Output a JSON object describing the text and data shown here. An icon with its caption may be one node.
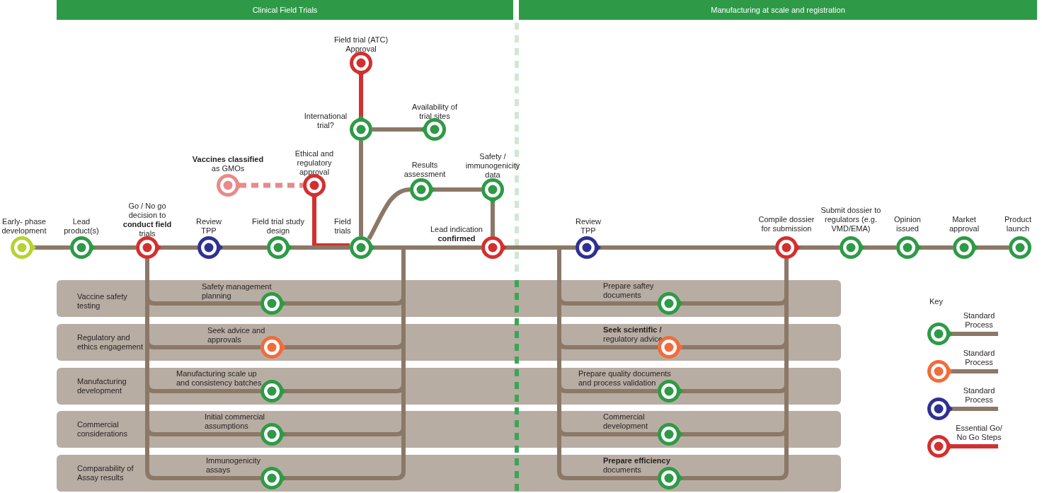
{
  "diagram": {
    "nodes": [
      {
        "text": [
          "Clinical Field Trials"
        ]
      },
      {
        "text": [
          "Manufacturing at scale and registration"
        ]
      },
      {
        "text": [
          "Field trial (ATC) Approval"
        ]
      },
      {
        "text": [
          "International trial?"
        ]
      },
      {
        "text": [
          "Availability of trial sites"
        ]
      },
      {
        "text": [
          "**Vaccines classified** as GMOs"
        ]
      },
      {
        "text": [
          "Ethical and regulatory approval"
        ]
      },
      {
        "text": [
          "Results assessment"
        ]
      },
      {
        "text": [
          "Safety / immunogenicity data"
        ]
      },
      {
        "text": [
          "Early- phase development"
        ]
      },
      {
        "text": [
          "Lead product(s)"
        ]
      },
      {
        "text": [
          "Go / No go decision to **conduct field** trials"
        ]
      },
      {
        "text": [
          "Review TPP"
        ]
      },
      {
        "text": [
          "Field trial study design"
        ]
      },
      {
        "text": [
          "Field trials"
        ]
      },
      {
        "text": [
          "Lead indication **confirmed**"
        ]
      },
      {
        "text": [
          "Review TPP"
        ]
      },
      {
        "text": [
          "Compile dossier for submission"
        ]
      },
      {
        "text": [
          "Submit dossier to regulators (e.g. VMD/EMA)"
        ]
      },
      {
        "text": [
          "Opinion issued"
        ]
      },
      {
        "text": [
          "Market approval"
        ]
      },
      {
        "text": [
          "Product launch"
        ]
      },
      {
        "text": [
          "Vaccine safety testing"
        ]
      },
      {
        "text": [
          "Safety management planning"
        ],
        "in": 22
      },
      {
        "text": [
          "Prepare saftey documents"
        ],
        "in": 22
      },
      {
        "text": [
          "Regulatory and ethics engagement"
        ]
      },
      {
        "text": [
          "Seek advice and approvals"
        ],
        "in": 25
      },
      {
        "text": [
          "**Seek scientific /** regulatory advice"
        ],
        "in": 25
      },
      {
        "text": [
          "Manufacturing development"
        ]
      },
      {
        "text": [
          "Manufacturing scale up and consistency batches"
        ],
        "in": 28
      },
      {
        "text": [
          "Prepare quality documents and process validation"
        ],
        "in": 28
      },
      {
        "text": [
          "Commercial considerations"
        ]
      },
      {
        "text": [
          "Initial commercial assumptions"
        ],
        "in": 31
      },
      {
        "text": [
          "Commercial development"
        ],
        "in": 31
      },
      {
        "text": [
          "Comparability of Assay results"
        ]
      },
      {
        "text": [
          "Immunogenicity assays"
        ],
        "in": 34
      },
      {
        "text": [
          "**Prepare efficiency** documents"
        ],
        "in": 34
      }
    ],
    "edges": [
      {
        "from": 9,
        "to": 10,
        "arrow": "none"
      },
      {
        "from": 10,
        "to": 11,
        "arrow": "none"
      },
      {
        "from": 11,
        "to": 12,
        "arrow": "none"
      },
      {
        "from": 12,
        "to": 13,
        "arrow": "none"
      },
      {
        "from": 13,
        "to": 14,
        "arrow": "none"
      },
      {
        "from": 5,
        "to": 6,
        "arrow": "none",
        "style": "dashed",
        "color": "#e88a8a"
      },
      {
        "from": 6,
        "to": 14,
        "arrow": "none",
        "color": "#d2302f"
      },
      {
        "from": 14,
        "to": 3,
        "arrow": "none"
      },
      {
        "from": 3,
        "to": 2,
        "arrow": "none",
        "color": "#d2302f"
      },
      {
        "from": 3,
        "to": 4,
        "arrow": "none"
      },
      {
        "from": 14,
        "to": 7,
        "arrow": "none"
      },
      {
        "from": 7,
        "to": 8,
        "arrow": "none"
      },
      {
        "from": 8,
        "to": 15,
        "arrow": "none"
      },
      {
        "from": 14,
        "to": 15,
        "arrow": "none"
      },
      {
        "from": 15,
        "to": 16,
        "arrow": "none"
      },
      {
        "from": 16,
        "to": 17,
        "arrow": "none"
      },
      {
        "from": 17,
        "to": 18,
        "arrow": "none"
      },
      {
        "from": 18,
        "to": 19,
        "arrow": "none"
      },
      {
        "from": 19,
        "to": 20,
        "arrow": "none"
      },
      {
        "from": 20,
        "to": 21,
        "arrow": "none"
      },
      {
        "from": 11,
        "to": 23,
        "arrow": "none"
      },
      {
        "from": 23,
        "to": 15,
        "arrow": "none"
      },
      {
        "from": 11,
        "to": 26,
        "arrow": "none"
      },
      {
        "from": 26,
        "to": 15,
        "arrow": "none"
      },
      {
        "from": 11,
        "to": 29,
        "arrow": "none"
      },
      {
        "from": 29,
        "to": 15,
        "arrow": "none"
      },
      {
        "from": 11,
        "to": 32,
        "arrow": "none"
      },
      {
        "from": 32,
        "to": 15,
        "arrow": "none"
      },
      {
        "from": 11,
        "to": 35,
        "arrow": "none"
      },
      {
        "from": 35,
        "to": 15,
        "arrow": "none"
      },
      {
        "from": 15,
        "to": 24,
        "arrow": "none"
      },
      {
        "from": 24,
        "to": 17,
        "arrow": "none"
      },
      {
        "from": 15,
        "to": 27,
        "arrow": "none"
      },
      {
        "from": 27,
        "to": 17,
        "arrow": "none"
      },
      {
        "from": 15,
        "to": 30,
        "arrow": "none"
      },
      {
        "from": 30,
        "to": 17,
        "arrow": "none"
      },
      {
        "from": 15,
        "to": 33,
        "arrow": "none"
      },
      {
        "from": 33,
        "to": 17,
        "arrow": "none"
      },
      {
        "from": 15,
        "to": 36,
        "arrow": "none"
      },
      {
        "from": 36,
        "to": 17,
        "arrow": "none"
      }
    ],
    "labels": [
      "Key"
    ],
    "legend": [
      {
        "text": "Standard Process"
      },
      {
        "text": "Standard Process"
      },
      {
        "text": "Standard Process"
      },
      {
        "text": "Essential Go/ No Go Steps"
      }
    ]
  }
}
